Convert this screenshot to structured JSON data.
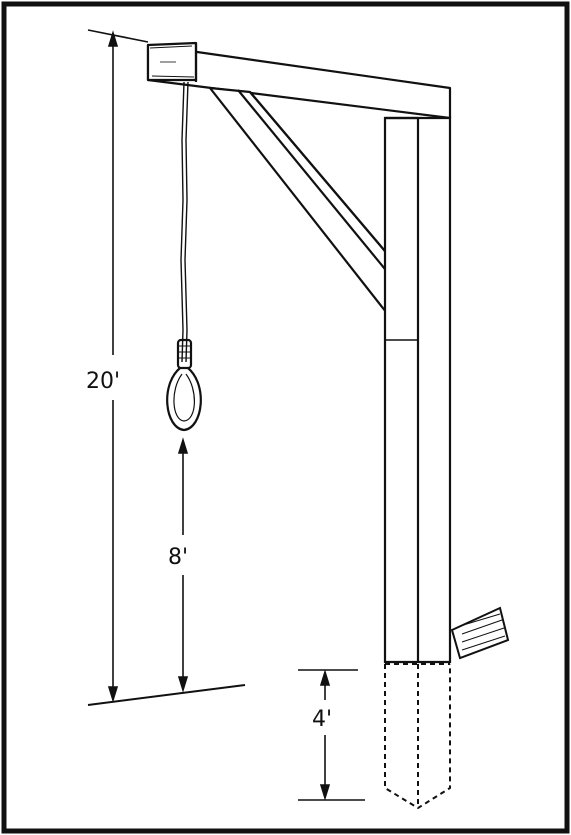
{
  "labels": {
    "total_height": "20'",
    "drop_height": "8'",
    "buried_depth": "4'"
  },
  "colors": {
    "ink": "#111111",
    "paper": "#ffffff"
  }
}
